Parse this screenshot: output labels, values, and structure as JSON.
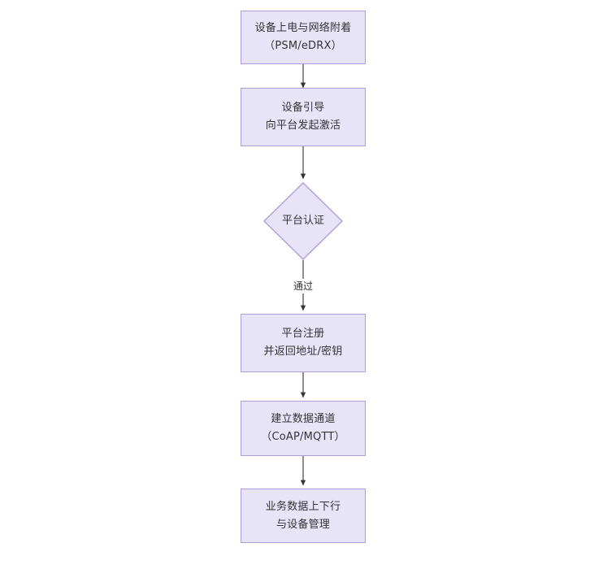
{
  "diagram": {
    "type": "flowchart",
    "orientation": "top-to-bottom",
    "background_color": "#ffffff",
    "node_fill_color": "#e8e4f8",
    "node_border_color": "#b19cd9",
    "text_color": "#333333",
    "edge_color": "#333333",
    "nodes": [
      {
        "id": "power-on",
        "shape": "rectangle",
        "line1": "设备上电与网络附着",
        "line2": "（PSM/eDRX）",
        "text": "设备上电与网络附着\n（PSM/eDRX）"
      },
      {
        "id": "bootstrap",
        "shape": "rectangle",
        "line1": "设备引导",
        "line2": "向平台发起激活",
        "text": "设备引导\n向平台发起激活"
      },
      {
        "id": "platform-auth",
        "shape": "diamond",
        "line1": "平台认证",
        "line2": "",
        "text": "平台认证"
      },
      {
        "id": "platform-register",
        "shape": "rectangle",
        "line1": "平台注册",
        "line2": "并返回地址/密钥",
        "text": "平台注册\n并返回地址/密钥"
      },
      {
        "id": "data-channel",
        "shape": "rectangle",
        "line1": "建立数据通道",
        "line2": "（CoAP/MQTT）",
        "text": "建立数据通道\n（CoAP/MQTT）"
      },
      {
        "id": "business-data",
        "shape": "rectangle",
        "line1": "业务数据上下行",
        "line2": "与设备管理",
        "text": "业务数据上下行\n与设备管理"
      }
    ],
    "edges": [
      {
        "id": "e1",
        "from": "power-on",
        "to": "bootstrap",
        "label": ""
      },
      {
        "id": "e2",
        "from": "bootstrap",
        "to": "platform-auth",
        "label": ""
      },
      {
        "id": "e3",
        "from": "platform-auth",
        "to": "platform-register",
        "label": "通过"
      },
      {
        "id": "e4",
        "from": "platform-register",
        "to": "data-channel",
        "label": ""
      },
      {
        "id": "e5",
        "from": "data-channel",
        "to": "business-data",
        "label": ""
      }
    ]
  }
}
